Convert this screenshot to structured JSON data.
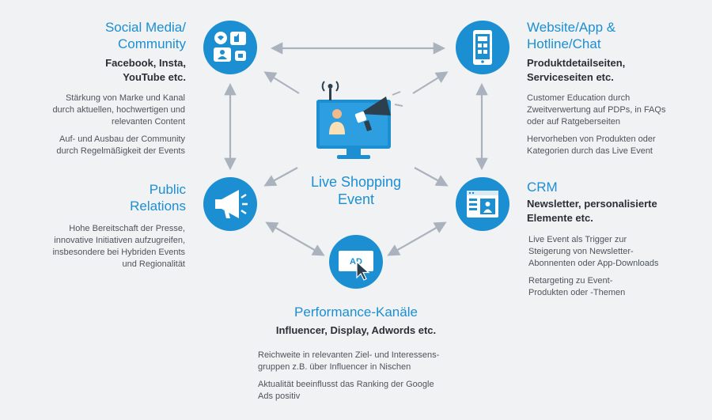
{
  "center": {
    "title_line1": "Live Shopping",
    "title_line2": "Event",
    "icon": "monitor-megaphone-icon"
  },
  "social": {
    "title_line1": "Social Media/",
    "title_line2": "Community",
    "subtitle_line1": "Facebook, Insta,",
    "subtitle_line2": "YouTube etc.",
    "p1_line1": "Stärkung von Marke und Kanal",
    "p1_line2": "durch aktuellen, hochwertigen und",
    "p1_line3": "relevanten Content",
    "p2_line1": "Auf- und Ausbau der Community",
    "p2_line2": "durch Regelmäßigkeit der Events",
    "icon": "social-chat-icon"
  },
  "website": {
    "title_line1": "Website/App &",
    "title_line2": "Hotline/Chat",
    "subtitle_line1": "Produktdetailseiten,",
    "subtitle_line2": "Serviceseiten etc.",
    "p1_line1": "Customer Education durch",
    "p1_line2": "Zweitverwertung auf PDPs, in FAQs",
    "p1_line3": "oder auf Ratgeberseiten",
    "p2_line1": "Hervorheben von Produkten oder",
    "p2_line2": "Kategorien durch das Live Event",
    "icon": "smartphone-icon"
  },
  "pr": {
    "title_line1": "Public",
    "title_line2": "Relations",
    "p1_line1": "Hohe Bereitschaft der Presse,",
    "p1_line2": "innovative Initiativen aufzugreifen,",
    "p1_line3": "insbesondere bei Hybriden Events",
    "p1_line4": "und Regionalität",
    "icon": "megaphone-icon"
  },
  "crm": {
    "title": "CRM",
    "subtitle_line1": "Newsletter, personalisierte",
    "subtitle_line2": "Elemente etc.",
    "p1_line1": "Live Event als Trigger zur",
    "p1_line2": "Steigerung von Newsletter-",
    "p1_line3": "Abonnenten oder App-Downloads",
    "p2_line1": "Retargeting zu Event-",
    "p2_line2": "Produkten oder -Themen",
    "icon": "browser-profile-icon"
  },
  "performance": {
    "title": "Performance-Kanäle",
    "subtitle": "Influencer, Display, Adwords etc.",
    "p1_line1": "Reichweite in relevanten Ziel- und Interessens-",
    "p1_line2": "gruppen z.B. über Influencer in Nischen",
    "p2_line1": "Aktualität beeinflusst das Ranking der Google",
    "p2_line2": "Ads positiv",
    "icon_label": "AD",
    "icon": "ad-click-icon"
  },
  "colors": {
    "accent": "#1b8fd2",
    "arrow": "#aab3bd",
    "background": "#f1f2f4"
  }
}
